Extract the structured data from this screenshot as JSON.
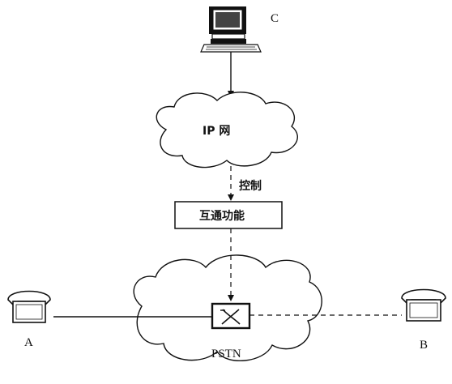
{
  "nodes": {
    "computer_c": {
      "label": "C",
      "icon": "computer-icon"
    },
    "ip_network": {
      "label": "IP 网",
      "icon": "cloud-icon"
    },
    "control": {
      "label": "控制"
    },
    "interworking": {
      "label": "互通功能"
    },
    "pstn": {
      "label": "PSTN",
      "icon": "cloud-icon"
    },
    "switch": {
      "icon": "switch-icon"
    },
    "phone_a": {
      "label": "A",
      "icon": "telephone-icon"
    },
    "phone_b": {
      "label": "B",
      "icon": "telephone-icon"
    }
  },
  "colors": {
    "stroke": "#111111",
    "background": "#ffffff"
  }
}
